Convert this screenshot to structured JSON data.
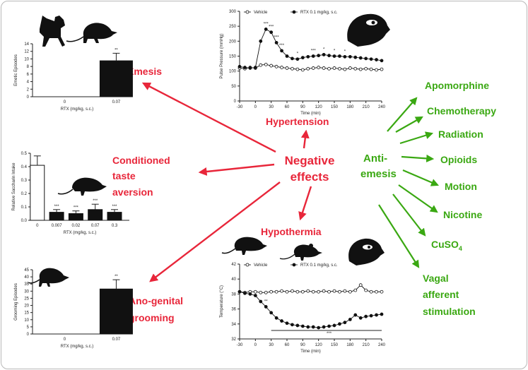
{
  "center": {
    "line1": "Negative",
    "line2": "effects"
  },
  "negative_effects": {
    "emesis": "Emesis",
    "cta": [
      "Conditioned",
      "taste",
      "aversion"
    ],
    "hypertension": "Hypertension",
    "hypothermia": "Hypothermia",
    "grooming": [
      "Ano-genital",
      "grooming"
    ]
  },
  "anti": {
    "line1": "Anti-",
    "line2": "emesis"
  },
  "anti_targets": [
    "Apomorphine",
    "Chemotherapy",
    "Radiation",
    "Opioids",
    "Motion",
    "Nicotine"
  ],
  "cuso4": {
    "base": "CuSO",
    "sub": "4"
  },
  "vagal": [
    "Vagal",
    "afferent",
    "stimulation"
  ],
  "colors": {
    "negative": "#e8263a",
    "anti": "#3aa812",
    "bar": "#111111"
  },
  "icons": [
    "dog-silhouette",
    "shrew-silhouette",
    "rat-silhouette",
    "mouse-silhouette",
    "ferret-head-silhouette"
  ],
  "chart_data": [
    {
      "type": "bar",
      "ylabel": "Emetic Episodes",
      "xlabel": "RTX (mg/kg, s.c.)",
      "categories": [
        "0",
        "0.07"
      ],
      "values": [
        0,
        9.5
      ],
      "errors": [
        0,
        2.0
      ],
      "significance": [
        "",
        "**"
      ],
      "ylim": [
        0,
        14
      ],
      "yticks": [
        "0",
        "2",
        "4",
        "6",
        "8",
        "10",
        "12",
        "14"
      ]
    },
    {
      "type": "bar",
      "ylabel": "Relative Saccharin Intake",
      "xlabel": "RTX (mg/kg, s.c.)",
      "categories": [
        "0",
        "0.007",
        "0.02",
        "0.07",
        "0.3"
      ],
      "values": [
        0.41,
        0.06,
        0.05,
        0.08,
        0.06
      ],
      "errors": [
        0.07,
        0.02,
        0.02,
        0.04,
        0.02
      ],
      "significance": [
        "",
        "***",
        "***",
        "***",
        "***"
      ],
      "ylim": [
        0,
        0.5
      ],
      "yticks": [
        "0.0",
        "0.1",
        "0.2",
        "0.3",
        "0.4",
        "0.5"
      ]
    },
    {
      "type": "bar",
      "ylabel": "Grooming Episodes",
      "xlabel": "RTX (mg/kg, s.c.)",
      "categories": [
        "0",
        "0.07"
      ],
      "values": [
        0,
        31.5
      ],
      "errors": [
        0,
        6.5
      ],
      "significance": [
        "",
        "**"
      ],
      "ylim": [
        0,
        45
      ],
      "yticks": [
        "0",
        "5",
        "10",
        "15",
        "20",
        "25",
        "30",
        "35",
        "40",
        "45"
      ]
    },
    {
      "type": "line",
      "ylabel": "Pulse Pressure (mmHg)",
      "xlabel": "Time (min)",
      "xlim": [
        -30,
        240
      ],
      "ylim": [
        0,
        300
      ],
      "xticks": [
        "-30",
        "0",
        "30",
        "60",
        "90",
        "120",
        "150",
        "180",
        "210",
        "240"
      ],
      "yticks": [
        "0",
        "50",
        "100",
        "150",
        "200",
        "250",
        "300"
      ],
      "series": [
        {
          "name": "Vehicle",
          "marker": "open",
          "x": [
            -30,
            -20,
            -10,
            0,
            10,
            20,
            30,
            40,
            50,
            60,
            70,
            80,
            90,
            100,
            110,
            120,
            130,
            140,
            150,
            160,
            170,
            180,
            190,
            200,
            210,
            220,
            230,
            240
          ],
          "y": [
            110,
            108,
            112,
            110,
            120,
            122,
            118,
            115,
            112,
            110,
            108,
            106,
            104,
            108,
            110,
            112,
            110,
            108,
            110,
            108,
            106,
            110,
            108,
            106,
            108,
            106,
            104,
            106
          ]
        },
        {
          "name": "RTX 0.1 mg/kg, s.c.",
          "marker": "filled",
          "x": [
            -30,
            -20,
            -10,
            0,
            10,
            20,
            30,
            40,
            50,
            60,
            70,
            80,
            90,
            100,
            110,
            120,
            130,
            140,
            150,
            160,
            170,
            180,
            190,
            200,
            210,
            220,
            230,
            240
          ],
          "y": [
            115,
            112,
            110,
            112,
            200,
            240,
            230,
            195,
            168,
            150,
            142,
            140,
            145,
            148,
            150,
            152,
            155,
            152,
            150,
            150,
            148,
            148,
            146,
            144,
            142,
            140,
            138,
            135
          ]
        }
      ],
      "significance": [
        {
          "x": 20,
          "label": "***"
        },
        {
          "x": 30,
          "label": "***"
        },
        {
          "x": 40,
          "label": "***"
        },
        {
          "x": 50,
          "label": "***"
        },
        {
          "x": 80,
          "label": "*"
        },
        {
          "x": 110,
          "label": "***"
        },
        {
          "x": 130,
          "label": "*"
        },
        {
          "x": 150,
          "label": "*"
        },
        {
          "x": 170,
          "label": "*"
        }
      ]
    },
    {
      "type": "line",
      "ylabel": "Temperature (°C)",
      "xlabel": "Time (min)",
      "xlim": [
        -30,
        240
      ],
      "ylim": [
        32,
        42
      ],
      "xticks": [
        "-30",
        "0",
        "30",
        "60",
        "90",
        "120",
        "150",
        "180",
        "210",
        "240"
      ],
      "yticks": [
        "32",
        "34",
        "36",
        "38",
        "40",
        "42"
      ],
      "series": [
        {
          "name": "Vehicle",
          "marker": "open",
          "x": [
            -30,
            -20,
            -10,
            0,
            10,
            20,
            30,
            40,
            50,
            60,
            70,
            80,
            90,
            100,
            110,
            120,
            130,
            140,
            150,
            160,
            170,
            180,
            190,
            200,
            210,
            220,
            230,
            240
          ],
          "y": [
            38.3,
            38.2,
            38.3,
            38.3,
            38.2,
            38.2,
            38.3,
            38.3,
            38.4,
            38.3,
            38.4,
            38.3,
            38.3,
            38.4,
            38.3,
            38.3,
            38.4,
            38.3,
            38.4,
            38.3,
            38.4,
            38.3,
            38.5,
            39.2,
            38.5,
            38.3,
            38.3,
            38.3
          ]
        },
        {
          "name": "RTX 0.1 mg/kg, s.c.",
          "marker": "filled",
          "x": [
            -30,
            -20,
            -10,
            0,
            10,
            20,
            30,
            40,
            50,
            60,
            70,
            80,
            90,
            100,
            110,
            120,
            130,
            140,
            150,
            160,
            170,
            180,
            190,
            200,
            210,
            220,
            230,
            240
          ],
          "y": [
            38.3,
            38.1,
            38.0,
            37.8,
            37.0,
            36.3,
            35.5,
            34.8,
            34.4,
            34.1,
            33.9,
            33.8,
            33.7,
            33.6,
            33.6,
            33.5,
            33.6,
            33.7,
            33.8,
            34.0,
            34.2,
            34.6,
            35.2,
            34.8,
            35.0,
            35.1,
            35.2,
            35.3
          ]
        }
      ],
      "significance": [
        {
          "x": 20,
          "label": "**"
        },
        {
          "x": 140,
          "label": "***"
        }
      ]
    }
  ]
}
